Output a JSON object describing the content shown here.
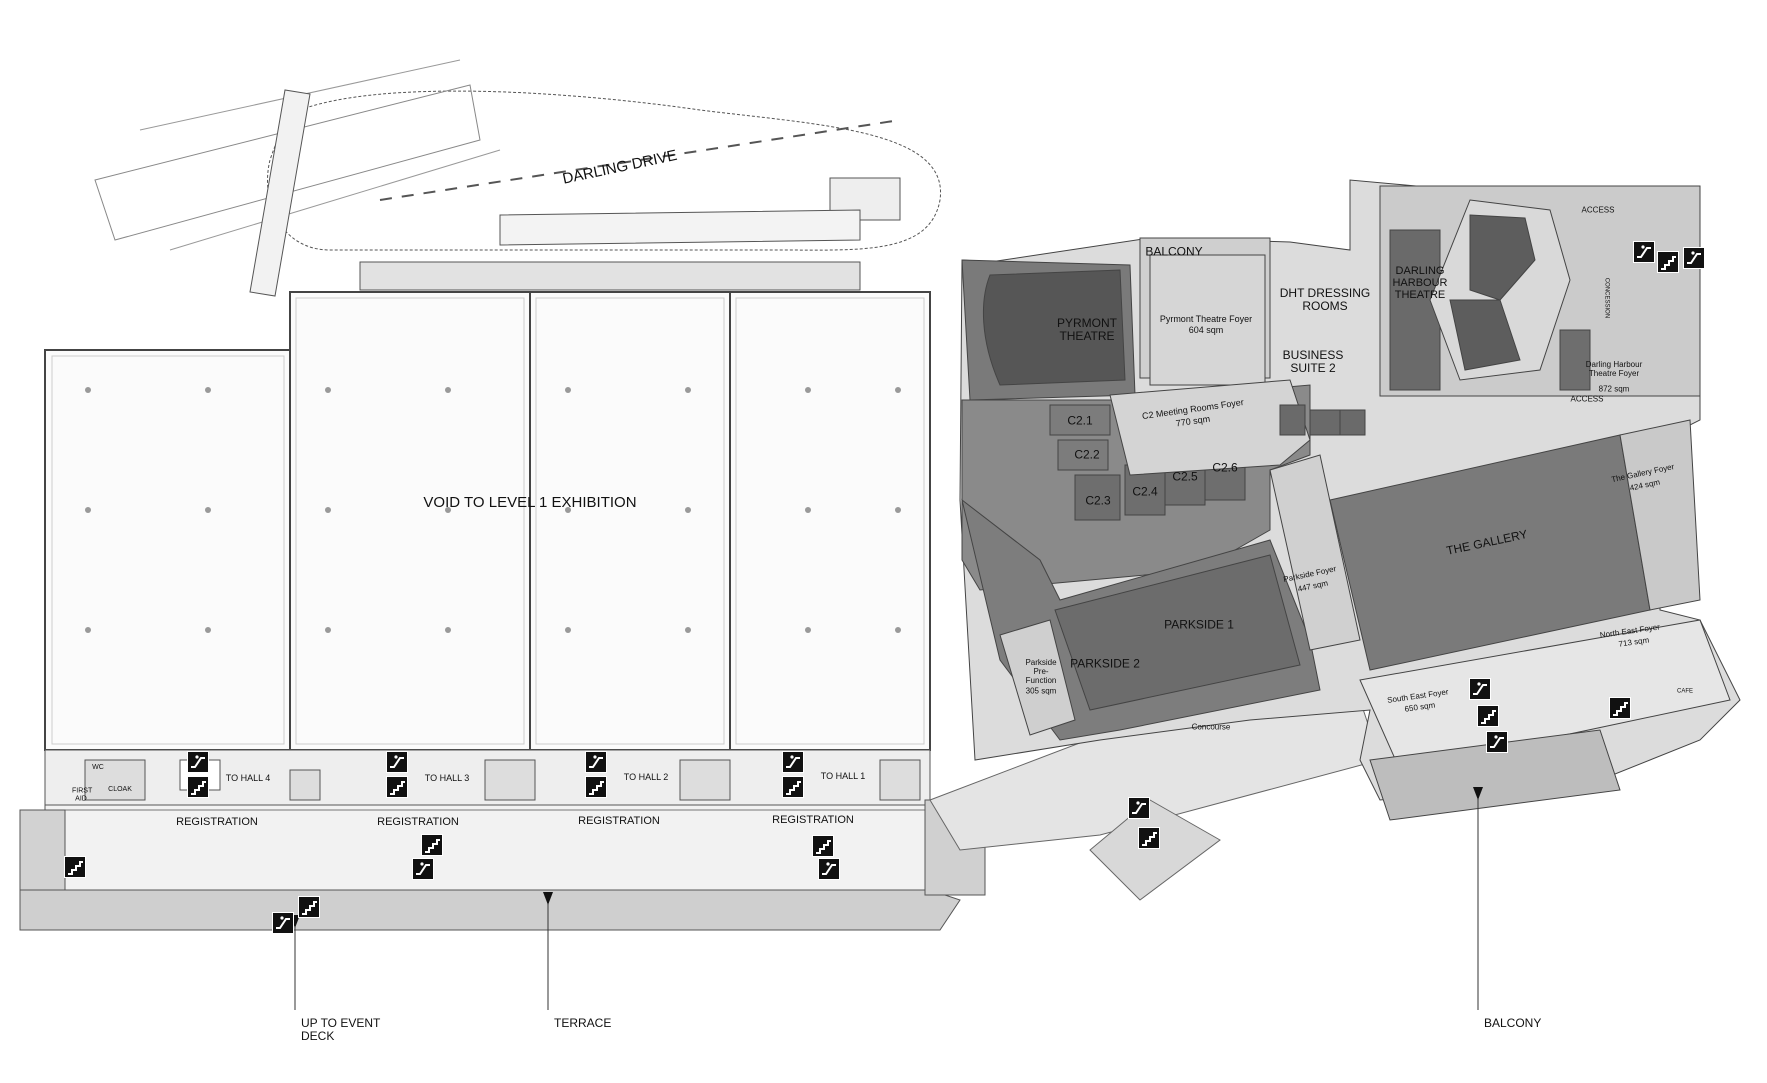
{
  "plan": {
    "void_label": "VOID TO LEVEL 1 EXHIBITION",
    "road_label": "DARLING DRIVE",
    "halls": [
      {
        "to": "TO HALL 4",
        "registration": "REGISTRATION"
      },
      {
        "to": "TO HALL 3",
        "registration": "REGISTRATION"
      },
      {
        "to": "TO HALL 2",
        "registration": "REGISTRATION"
      },
      {
        "to": "TO HALL 1",
        "registration": "REGISTRATION"
      }
    ],
    "small_rooms": {
      "first_aid": "FIRST AID",
      "cloak": "CLOAK",
      "wc": "WC"
    },
    "rooms": {
      "balcony_top": "BALCONY",
      "pyrmont_theatre": "PYRMONT THEATRE",
      "pyrmont_foyer": "Pyrmont Theatre Foyer",
      "pyrmont_foyer_area": "604 sqm",
      "dht_dressing": "DHT DRESSING ROOMS",
      "business_suite": "BUSINESS SUITE 2",
      "darling_harbour_theatre": "DARLING HARBOUR THEATRE",
      "dh_theatre_foyer": "Darling Harbour Theatre Foyer",
      "dh_theatre_foyer_area": "872 sqm",
      "concession": "CONCESSION",
      "access": "ACCESS",
      "c2_foyer": "C2 Meeting Rooms Foyer",
      "c2_foyer_area": "770 sqm",
      "c21": "C2.1",
      "c22": "C2.2",
      "c23": "C2.3",
      "c24": "C2.4",
      "c25": "C2.5",
      "c26": "C2.6",
      "gallery": "THE GALLERY",
      "gallery_foyer": "The Gallery Foyer",
      "gallery_foyer_area": "424 sqm",
      "parkside_foyer": "Parkside Foyer",
      "parkside_foyer_area": "447 sqm",
      "parkside1": "PARKSIDE 1",
      "parkside2": "PARKSIDE 2",
      "parkside_prefunction": "Parkside Pre-Function",
      "parkside_prefunction_area": "305 sqm",
      "concourse": "Concourse",
      "south_east_foyer": "South East Foyer",
      "south_east_foyer_area": "650 sqm",
      "north_east_foyer": "North East Foyer",
      "north_east_foyer_area": "713 sqm",
      "cafe": "CAFE"
    },
    "callouts": {
      "event_deck": "UP TO EVENT DECK",
      "terrace": "TERRACE",
      "balcony": "BALCONY"
    },
    "icons": [
      "escalator-icon",
      "stairs-icon"
    ],
    "colors": {
      "room_dark": "#6e6e6e",
      "room_mid": "#9a9a9a",
      "room_light": "#d8d8d8",
      "icon_bg": "#111111"
    }
  }
}
